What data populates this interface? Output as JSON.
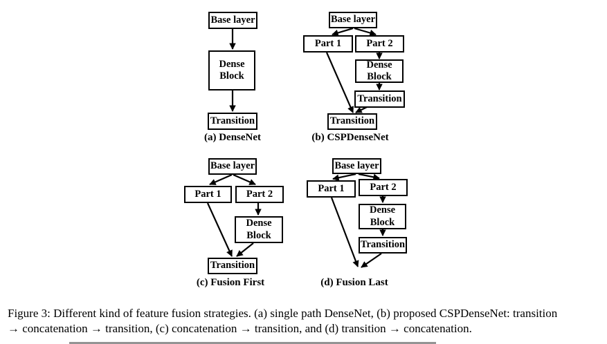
{
  "diagrams": {
    "densenet": {
      "caption": "(a) DenseNet",
      "nodes": {
        "base": "Base layer",
        "dense_block": "Dense Block",
        "transition": "Transition"
      }
    },
    "cspdensenet": {
      "caption": "(b) CSPDenseNet",
      "nodes": {
        "base": "Base layer",
        "part1": "Part 1",
        "part2": "Part 2",
        "dense_block": "Dense Block",
        "transition_inner": "Transition",
        "transition_outer": "Transition"
      }
    },
    "fusion_first": {
      "caption": "(c) Fusion First",
      "nodes": {
        "base": "Base layer",
        "part1": "Part 1",
        "part2": "Part 2",
        "dense_block": "Dense Block",
        "transition": "Transition"
      }
    },
    "fusion_last": {
      "caption": "(d) Fusion Last",
      "nodes": {
        "base": "Base layer",
        "part1": "Part 1",
        "part2": "Part 2",
        "dense_block": "Dense Block",
        "transition": "Transition"
      }
    }
  },
  "figure_caption": {
    "line1": "Figure 3: Different kind of feature fusion strategies. (a) single path DenseNet, (b) proposed CSPDenseNet: transition",
    "line2": "→ concatenation → transition, (c) concatenation → transition, and (d) transition → concatenation."
  }
}
